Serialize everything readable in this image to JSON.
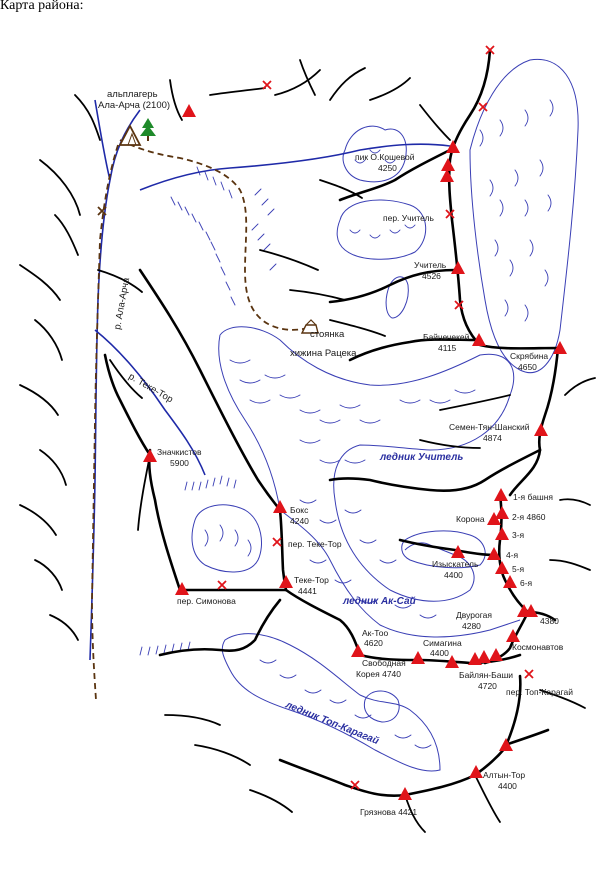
{
  "title": "Карта района:",
  "camp": {
    "name": "альплагерь",
    "name2": "Ала-Арча (2100)"
  },
  "hut": {
    "line1": "стоянка",
    "line2": "хижина Рацека"
  },
  "rivers": {
    "ala_archa": "р. Ала-Арча",
    "teke_tor": "р. Теке-Тор"
  },
  "glaciers": {
    "uchitel": "ледник Учитель",
    "ak_sai": "ледник Ак-Сай",
    "top_karagai": "ледник Топ-Карагай"
  },
  "peaks": {
    "koshevoi": [
      "пик О.Кошевой",
      "4250"
    ],
    "uchitel": [
      "Учитель",
      "4526"
    ],
    "baichecheki": [
      "Байчечекей",
      "4115"
    ],
    "skryabina": [
      "Скрябина",
      "4650"
    ],
    "semenov": [
      "Семен-Тян-Шанский",
      "4874"
    ],
    "znachkistov": [
      "Значкистов",
      "5900"
    ],
    "boks": [
      "Бокс",
      "4240"
    ],
    "korona": [
      "Корона"
    ],
    "bashnya1": [
      "1-я башня"
    ],
    "bashnya2": [
      "2-я 4860"
    ],
    "bashnya3": [
      "3-я"
    ],
    "bashnya4": [
      "4-я"
    ],
    "bashnya5": [
      "5-я"
    ],
    "bashnya6": [
      "6-я"
    ],
    "izyskatel": [
      "Изыскатель",
      "4400"
    ],
    "teke_tor": [
      "Теке-Тор",
      "4441"
    ],
    "dvurogaya": [
      "Двурогая",
      "4280"
    ],
    "p4380": [
      "4380"
    ],
    "kosmonavtov": [
      "Космонавтов"
    ],
    "ak_too": [
      "Ак-Тоо",
      "4620"
    ],
    "svobodnaya": [
      "Свободная",
      "Корея 4740"
    ],
    "simagina": [
      "Симагина",
      "4400"
    ],
    "bailyan_bashi": [
      "Байлян-Баши",
      "4720"
    ],
    "altyn_tor": [
      "Алтын-Тор",
      "4400"
    ],
    "gryaznova": [
      "Грязнова 4421"
    ]
  },
  "passes": {
    "uchitel": "пер. Учитель",
    "teke_tor": "пер. Теке-Тор",
    "simonova": "пер. Симонова",
    "top_karagai": "пер. Топ-Карагай"
  }
}
